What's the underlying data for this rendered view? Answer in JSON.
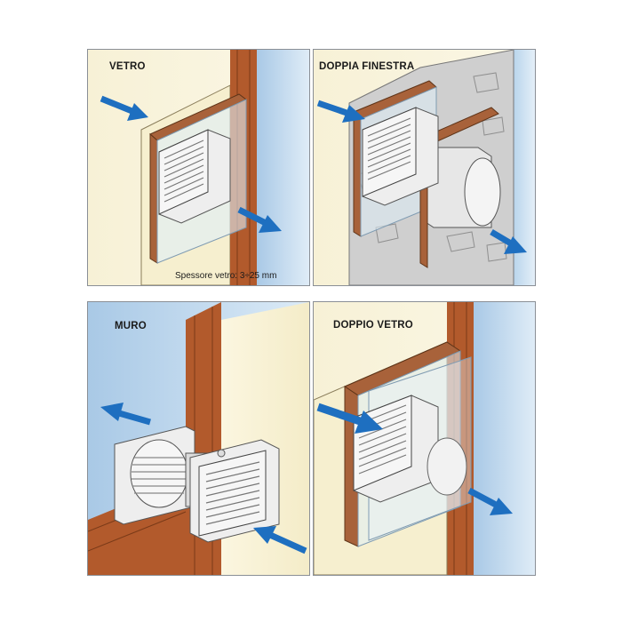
{
  "panels": [
    {
      "title": "VETRO",
      "note": "Spessore vetro: 3÷25 mm"
    },
    {
      "title": "DOPPIA FINESTRA"
    },
    {
      "title": "MURO"
    },
    {
      "title": "DOPPIO VETRO"
    }
  ],
  "colors": {
    "sky": "#cfe2f2",
    "wall_cream": "#f6efcf",
    "wood": "#a8623a",
    "brick": "#b25a2c",
    "arrow": "#1e6fc0",
    "fan": "#f1f2f2",
    "stone": "#c9c9c9"
  }
}
